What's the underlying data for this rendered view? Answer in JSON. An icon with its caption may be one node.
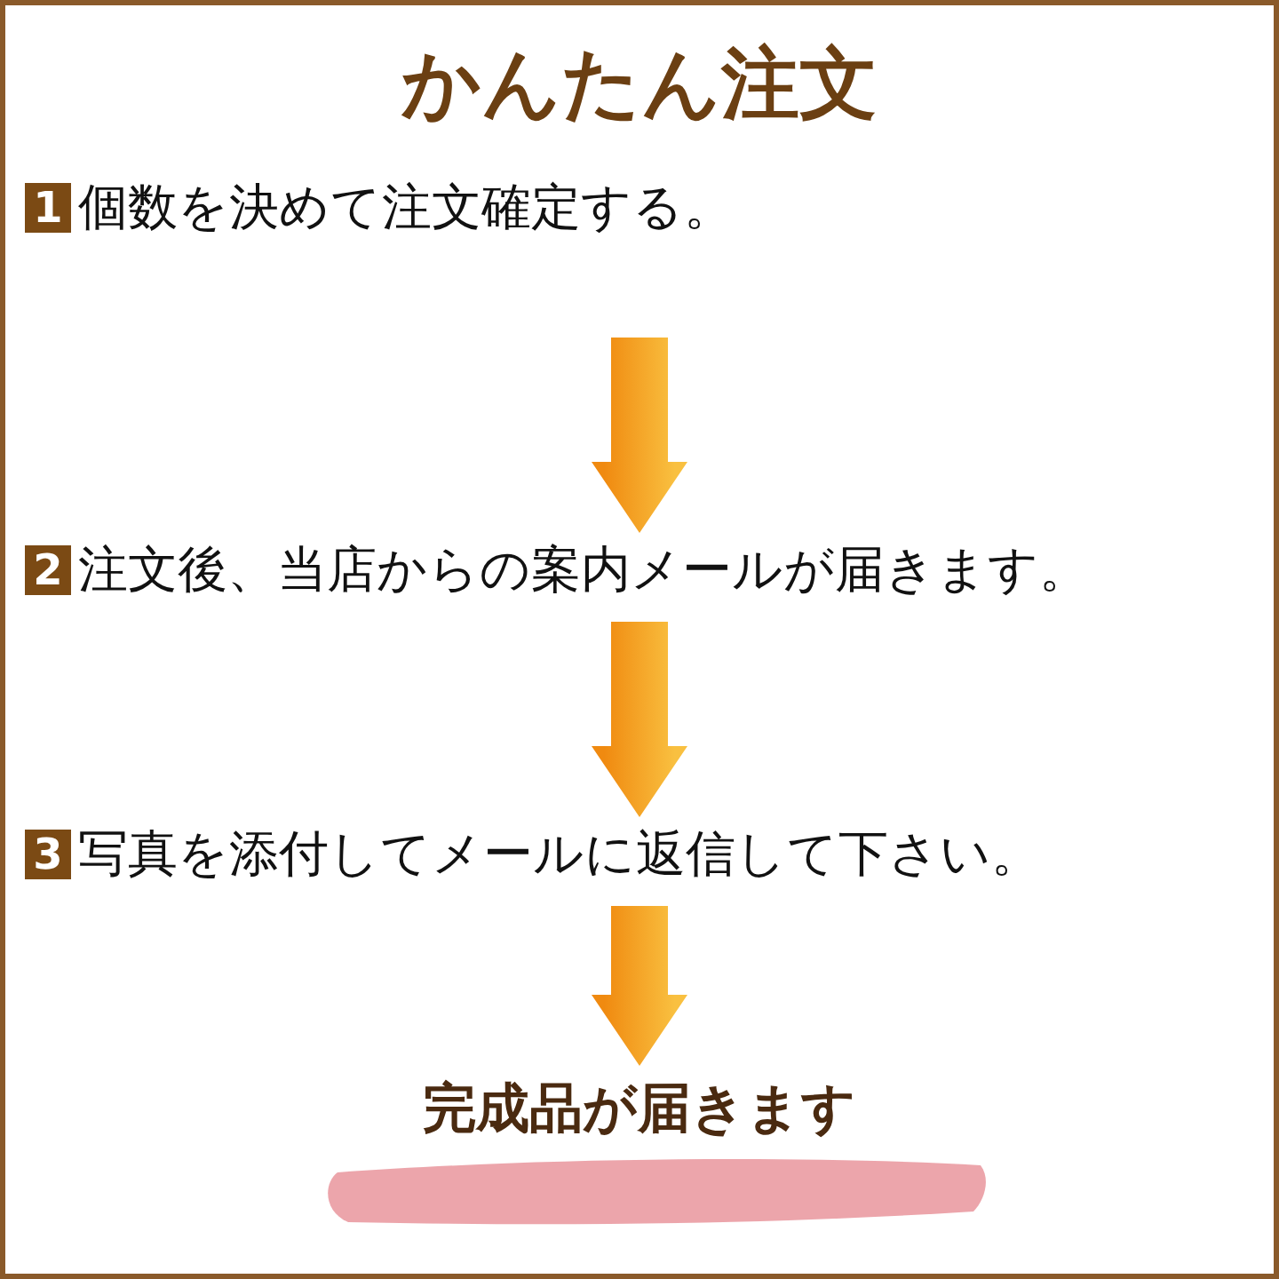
{
  "diagram": {
    "title": "かんたん注文",
    "nodes": [
      {
        "text": [
          "1",
          "個数を決めて注文確定する。"
        ]
      },
      {
        "text": [
          "2",
          "注文後、当店からの案内メールが届きます。"
        ]
      },
      {
        "text": [
          "3",
          "写真を添付してメールに返信して下さい。"
        ]
      },
      {
        "text": [
          "完成品が届きます"
        ]
      }
    ],
    "edges": [
      {
        "from": 0,
        "to": 1,
        "arrow": "to"
      },
      {
        "from": 1,
        "to": 2,
        "arrow": "to"
      },
      {
        "from": 2,
        "to": 3,
        "arrow": "to"
      }
    ]
  }
}
